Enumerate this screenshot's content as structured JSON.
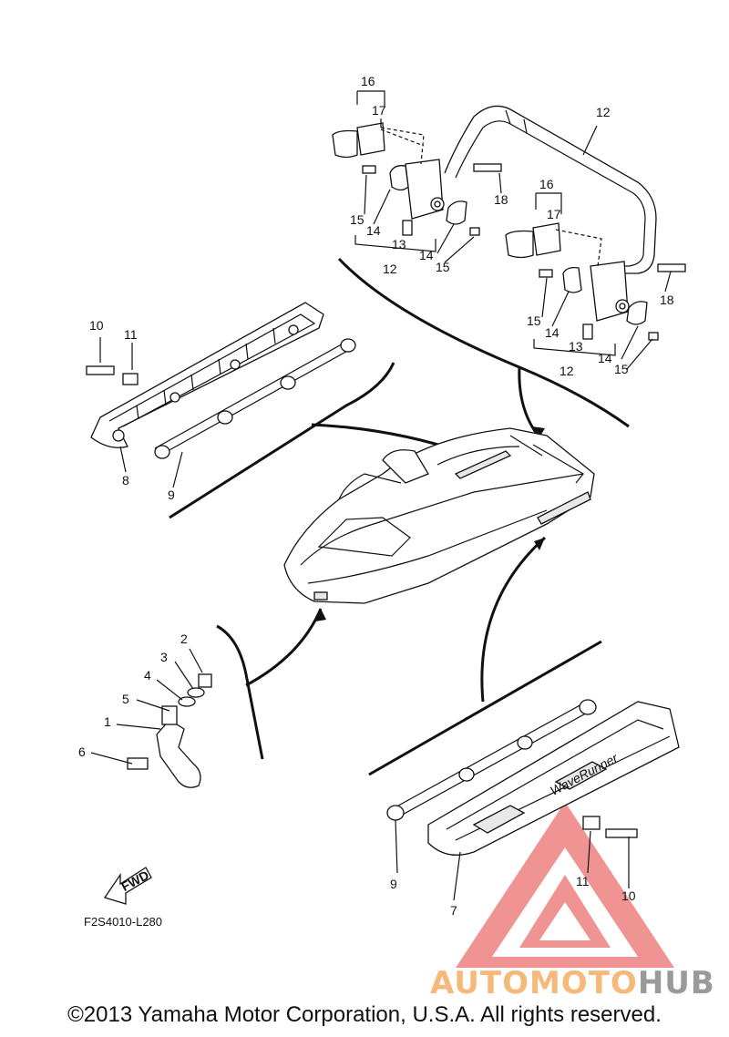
{
  "diagram": {
    "callouts": [
      {
        "id": "c16a",
        "text": "16"
      },
      {
        "id": "c17a",
        "text": "17"
      },
      {
        "id": "c12top",
        "text": "12"
      },
      {
        "id": "c18a",
        "text": "18"
      },
      {
        "id": "c15a",
        "text": "15"
      },
      {
        "id": "c14a",
        "text": "14"
      },
      {
        "id": "c13a",
        "text": "13"
      },
      {
        "id": "c14b",
        "text": "14"
      },
      {
        "id": "c15b",
        "text": "15"
      },
      {
        "id": "c12a",
        "text": "12"
      },
      {
        "id": "c16b",
        "text": "16"
      },
      {
        "id": "c17b",
        "text": "17"
      },
      {
        "id": "c18b",
        "text": "18"
      },
      {
        "id": "c15c",
        "text": "15"
      },
      {
        "id": "c14c",
        "text": "14"
      },
      {
        "id": "c13b",
        "text": "13"
      },
      {
        "id": "c14d",
        "text": "14"
      },
      {
        "id": "c15d",
        "text": "15"
      },
      {
        "id": "c12b",
        "text": "12"
      },
      {
        "id": "c10a",
        "text": "10"
      },
      {
        "id": "c11a",
        "text": "11"
      },
      {
        "id": "c8",
        "text": "8"
      },
      {
        "id": "c9a",
        "text": "9"
      },
      {
        "id": "c2",
        "text": "2"
      },
      {
        "id": "c3",
        "text": "3"
      },
      {
        "id": "c4",
        "text": "4"
      },
      {
        "id": "c5",
        "text": "5"
      },
      {
        "id": "c1",
        "text": "1"
      },
      {
        "id": "c6",
        "text": "6"
      },
      {
        "id": "c9b",
        "text": "9"
      },
      {
        "id": "c7",
        "text": "7"
      },
      {
        "id": "c11b",
        "text": "11"
      },
      {
        "id": "c10b",
        "text": "10"
      }
    ],
    "fwd_label": "FWD",
    "drawing_code": "F2S4010-L280",
    "brand_text": "WaveRunner"
  },
  "watermark": {
    "part1": "AUTOMOTO",
    "part2": "HUB",
    "color1": "#f5b97a",
    "color2": "#9a9a9a",
    "triangle": "#e23b3b"
  },
  "footer": {
    "copyright": "©2013 Yamaha Motor Corporation, U.S.A. All rights reserved."
  }
}
